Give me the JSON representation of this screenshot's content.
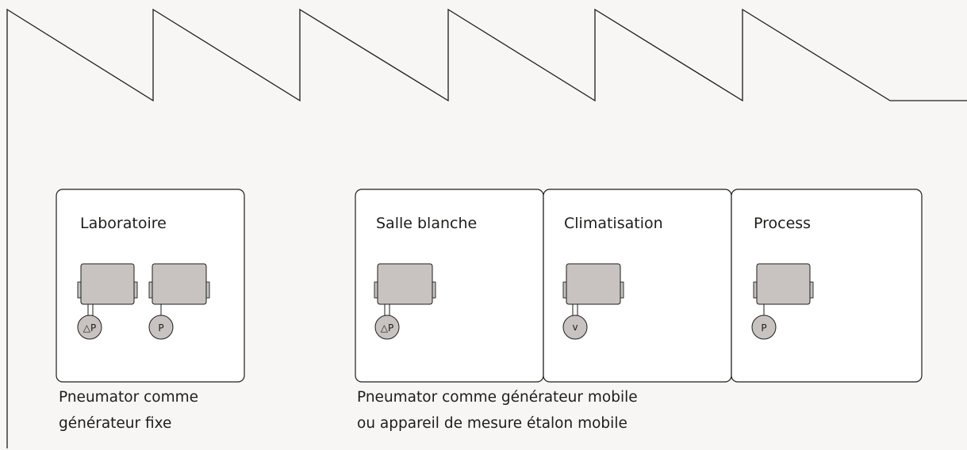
{
  "zones": [
    {
      "title": "Laboratoire"
    },
    {
      "title": "Salle blanche"
    },
    {
      "title": "Climatisation"
    },
    {
      "title": "Process"
    }
  ],
  "gauges": {
    "lab_dp": "△P",
    "lab_p": "P",
    "cleanroom_dp": "△P",
    "climatisation_v": "v",
    "process_p": "P"
  },
  "captions": {
    "fixed_line1": "Pneumator comme",
    "fixed_line2": "générateur fixe",
    "mobile_line1": "Pneumator comme générateur mobile",
    "mobile_line2": "ou appareil de mesure étalon mobile"
  },
  "colors": {
    "background": "#f7f6f4",
    "zone_fill": "#ffffff",
    "device_fill": "#c8c3c1",
    "line": "#1d1d1b"
  }
}
